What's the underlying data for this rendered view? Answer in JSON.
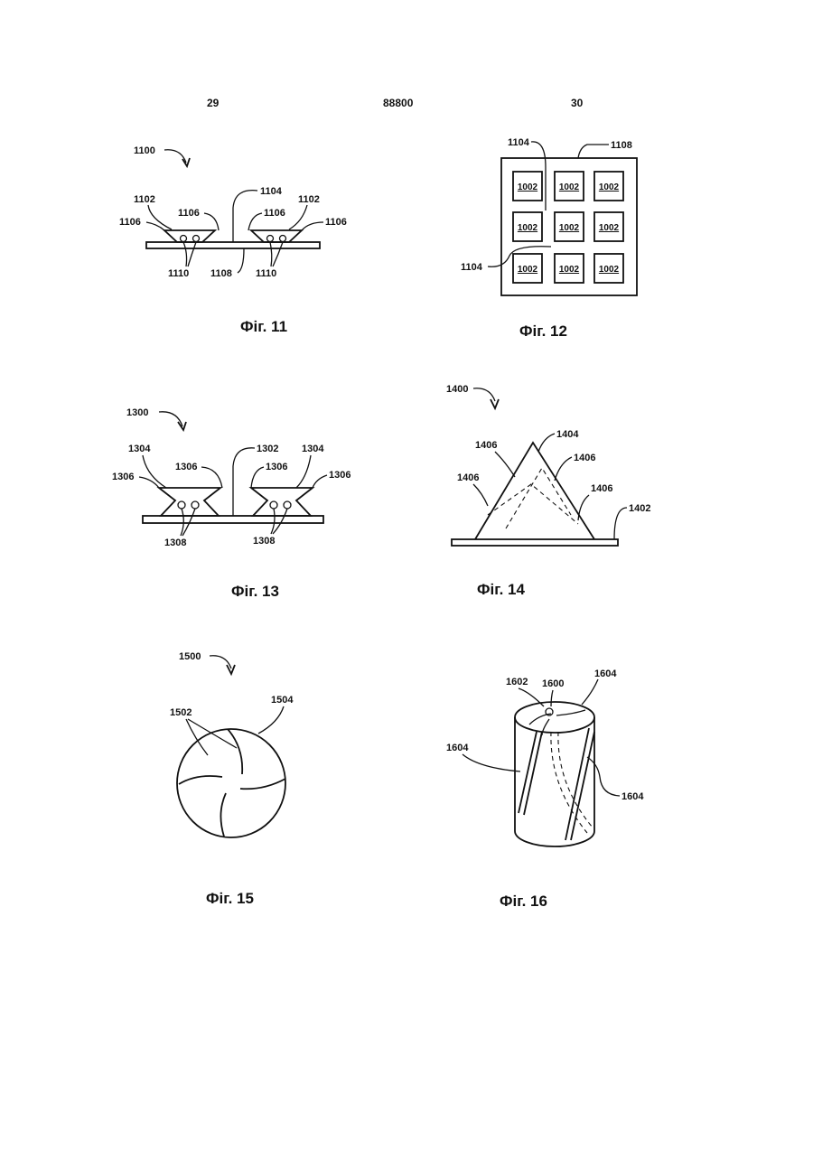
{
  "header": {
    "left_page": "29",
    "patent_number": "88800",
    "right_page": "30"
  },
  "figures": [
    {
      "caption": "Фіг. 11",
      "labels": {
        "main": "1100",
        "a": "1102",
        "b": "1102",
        "c": "1104",
        "d": "1106",
        "e": "1106",
        "f": "1106",
        "g": "1106",
        "h": "1110",
        "i": "1108",
        "j": "1110"
      }
    },
    {
      "caption": "Фіг. 12",
      "labels": {
        "a": "1104",
        "b": "1108",
        "c": "1104"
      },
      "cells": [
        "1002",
        "1002",
        "1002",
        "1002",
        "1002",
        "1002",
        "1002",
        "1002",
        "1002"
      ]
    },
    {
      "caption": "Фіг. 13",
      "labels": {
        "main": "1300",
        "a": "1304",
        "b": "1304",
        "c": "1302",
        "d": "1306",
        "e": "1306",
        "f": "1306",
        "g": "1306",
        "h": "1308",
        "i": "1308"
      }
    },
    {
      "caption": "Фіг. 14",
      "labels": {
        "main": "1400",
        "a": "1404",
        "b": "1406",
        "c": "1406",
        "d": "1406",
        "e": "1406",
        "f": "1402"
      }
    },
    {
      "caption": "Фіг. 15",
      "labels": {
        "main": "1500",
        "a": "1502",
        "b": "1504"
      }
    },
    {
      "caption": "Фіг. 16",
      "labels": {
        "a": "1602",
        "b": "1600",
        "c": "1604",
        "d": "1604",
        "e": "1604"
      }
    }
  ]
}
